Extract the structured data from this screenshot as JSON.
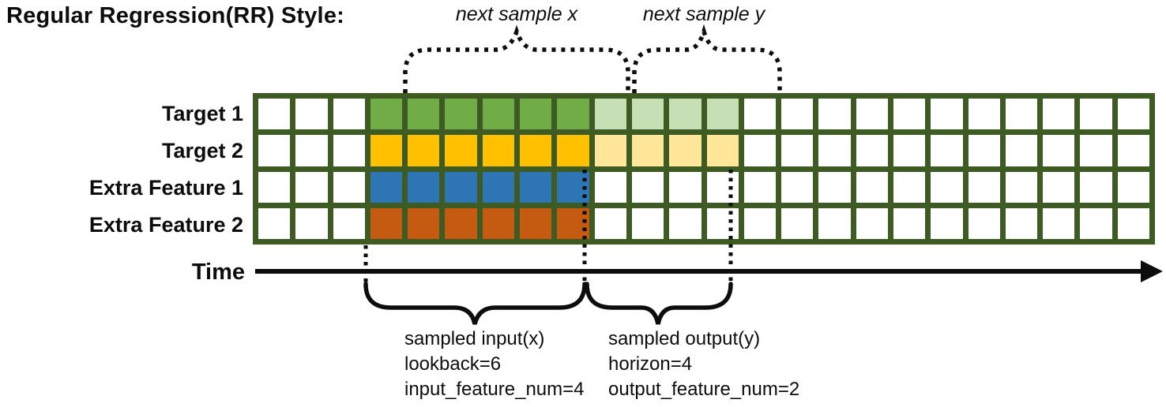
{
  "title": "Regular Regression(RR) Style:",
  "annotations": {
    "next_sample_x": "next sample x",
    "next_sample_y": "next sample y"
  },
  "time_axis": {
    "label": "Time"
  },
  "grid": {
    "columns": 24,
    "input_start_col": 3,
    "lookback": 6,
    "horizon": 4,
    "border_color": "#3D5B23",
    "rows": [
      {
        "label": "Target 1",
        "kind": "target",
        "solid_color": "#70AD47",
        "light_color": "#C6DFB5"
      },
      {
        "label": "Target 2",
        "kind": "target",
        "solid_color": "#FFC000",
        "light_color": "#FFE699"
      },
      {
        "label": "Extra Feature 1",
        "kind": "feature",
        "solid_color": "#2E75B6",
        "light_color": ""
      },
      {
        "label": "Extra Feature 2",
        "kind": "feature",
        "solid_color": "#C55A11",
        "light_color": ""
      }
    ]
  },
  "notes": {
    "input": [
      "sampled input(x)",
      "lookback=6",
      "input_feature_num=4"
    ],
    "output": [
      "sampled output(y)",
      "horizon=4",
      "output_feature_num=2"
    ]
  }
}
